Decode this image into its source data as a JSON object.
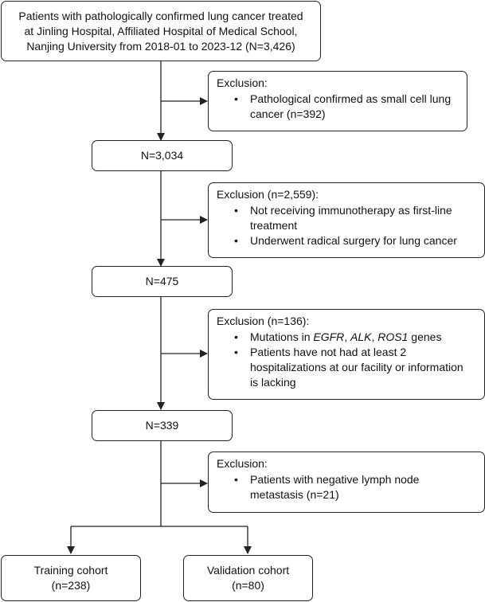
{
  "top": {
    "lines": [
      "Patients with pathologically confirmed lung cancer treated",
      "at Jinling Hospital, Affiliated Hospital of Medical School,",
      "Nanjing University from 2018-01 to 2023-12 (N=3,426)"
    ]
  },
  "exclusion1": {
    "heading": "Exclusion:",
    "items": [
      [
        "Pathological confirmed as small cell lung",
        "cancer (n=392)"
      ]
    ]
  },
  "count1": {
    "label": "N=3,034"
  },
  "exclusion2": {
    "heading": "Exclusion (n=2,559):",
    "items": [
      [
        "Not receiving immunotherapy as first-line",
        "treatment"
      ],
      [
        "Underwent radical surgery for lung cancer"
      ]
    ]
  },
  "count2": {
    "label": "N=475"
  },
  "exclusion3": {
    "heading": "Exclusion (n=136):",
    "mutations": {
      "prefix": "Mutations in ",
      "gene1": "EGFR",
      "sep1": ", ",
      "gene2": "ALK",
      "sep2": ", ",
      "gene3": "ROS1",
      "suffix": " genes"
    },
    "items": [
      [
        "Patients have not had at least 2",
        "hospitalizations at our facility or information",
        "is lacking"
      ]
    ]
  },
  "count3": {
    "label": "N=339"
  },
  "exclusion4": {
    "heading": "Exclusion:",
    "items": [
      [
        "Patients with negative lymph node",
        "metastasis (n=21)"
      ]
    ]
  },
  "training": {
    "line1": "Training cohort",
    "line2": "(n=238)"
  },
  "validation": {
    "line1": "Validation cohort",
    "line2": "(n=80)"
  }
}
